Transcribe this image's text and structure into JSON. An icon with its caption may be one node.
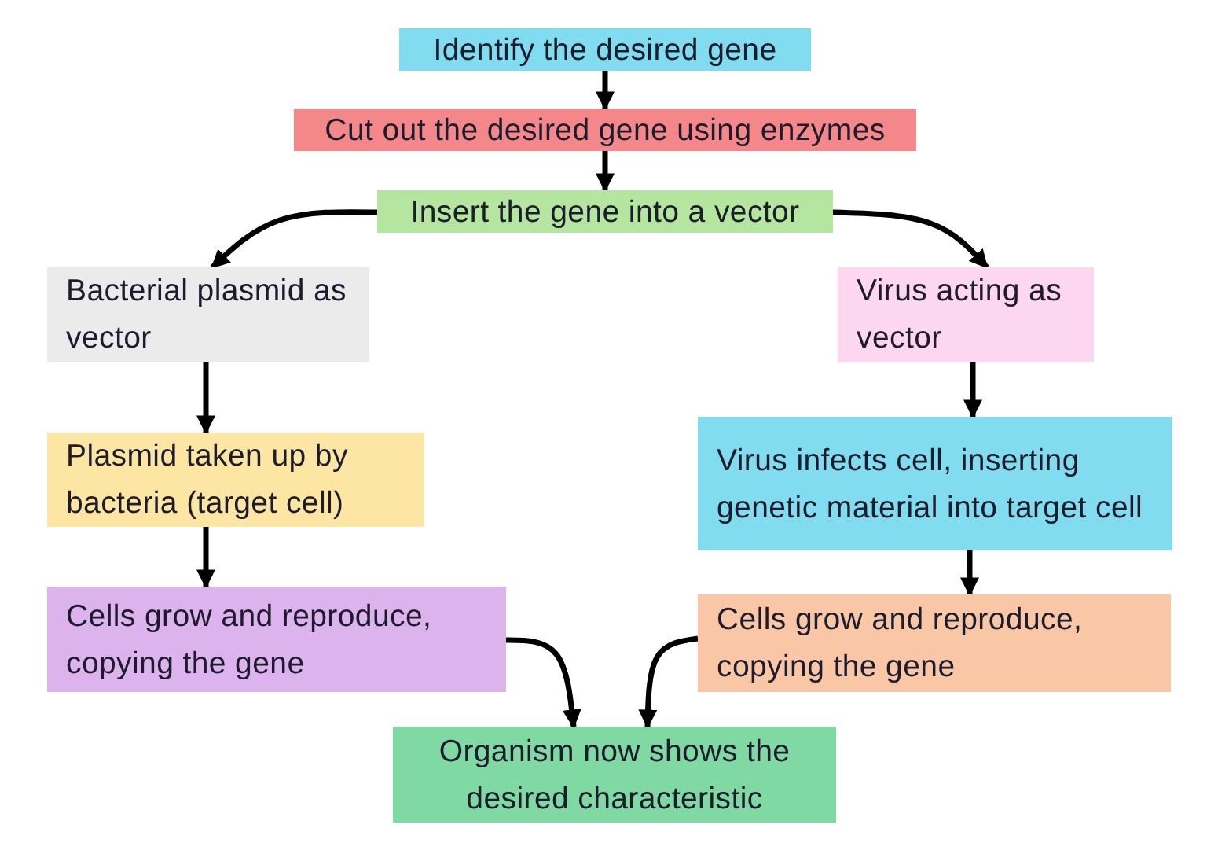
{
  "diagram": {
    "nodes": [
      {
        "text": [
          "Identify the desired gene"
        ]
      },
      {
        "text": [
          "Cut out the desired gene using enzymes"
        ]
      },
      {
        "text": [
          "Insert the gene into a vector"
        ]
      },
      {
        "text": [
          "Bacterial plasmid as vector"
        ]
      },
      {
        "text": [
          "Virus acting as vector"
        ]
      },
      {
        "text": [
          "Plasmid taken up by bacteria (target cell)"
        ]
      },
      {
        "text": [
          "Virus infects cell, inserting genetic material into target cell"
        ]
      },
      {
        "text": [
          "Cells grow and reproduce, copying the gene"
        ]
      },
      {
        "text": [
          "Cells grow and reproduce, copying the gene"
        ]
      },
      {
        "text": [
          "Organism now shows the desired characteristic"
        ]
      }
    ],
    "edges": [
      {
        "from": 0,
        "to": 1,
        "arrow": "to"
      },
      {
        "from": 1,
        "to": 2,
        "arrow": "to"
      },
      {
        "from": 2,
        "to": 3,
        "arrow": "to"
      },
      {
        "from": 2,
        "to": 4,
        "arrow": "to"
      },
      {
        "from": 3,
        "to": 5,
        "arrow": "to"
      },
      {
        "from": 4,
        "to": 6,
        "arrow": "to"
      },
      {
        "from": 5,
        "to": 7,
        "arrow": "to"
      },
      {
        "from": 6,
        "to": 8,
        "arrow": "to"
      },
      {
        "from": 7,
        "to": 9,
        "arrow": "to"
      },
      {
        "from": 8,
        "to": 9,
        "arrow": "to"
      }
    ]
  }
}
